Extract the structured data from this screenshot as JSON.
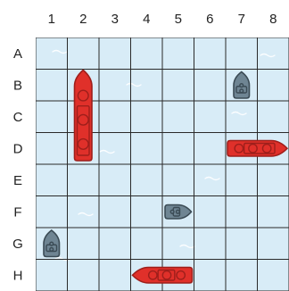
{
  "board": {
    "columns": [
      "1",
      "2",
      "3",
      "4",
      "5",
      "6",
      "7",
      "8"
    ],
    "rows": [
      "A",
      "B",
      "C",
      "D",
      "E",
      "F",
      "G",
      "H"
    ]
  },
  "ships": [
    {
      "id": "red-ship-b2",
      "color": "red",
      "orientation": "vertical",
      "start": "B2",
      "length": 3,
      "portholes": 3
    },
    {
      "id": "red-ship-d7",
      "color": "red",
      "orientation": "horizontal",
      "start": "D7",
      "length": 2,
      "portholes": 3
    },
    {
      "id": "red-ship-h4",
      "color": "red",
      "orientation": "horizontal",
      "start": "H4",
      "length": 2,
      "portholes": 3
    },
    {
      "id": "gray-ship-b7",
      "color": "gray",
      "orientation": "vertical",
      "start": "B7",
      "length": 1,
      "portholes": 2
    },
    {
      "id": "gray-ship-f5",
      "color": "gray",
      "orientation": "horizontal",
      "start": "F5",
      "length": 1,
      "portholes": 2
    },
    {
      "id": "gray-ship-g1",
      "color": "gray",
      "orientation": "vertical",
      "start": "G1",
      "length": 1,
      "portholes": 2
    }
  ],
  "colors": {
    "water": "#d8ecf7",
    "grid_line": "#2a2a2a",
    "header_bg": "#ffffff",
    "red_hull": "#e0302a",
    "red_dark": "#9e1f1b",
    "gray_hull": "#6f8593",
    "gray_dark": "#3b4b55",
    "wave": "#ffffff"
  }
}
